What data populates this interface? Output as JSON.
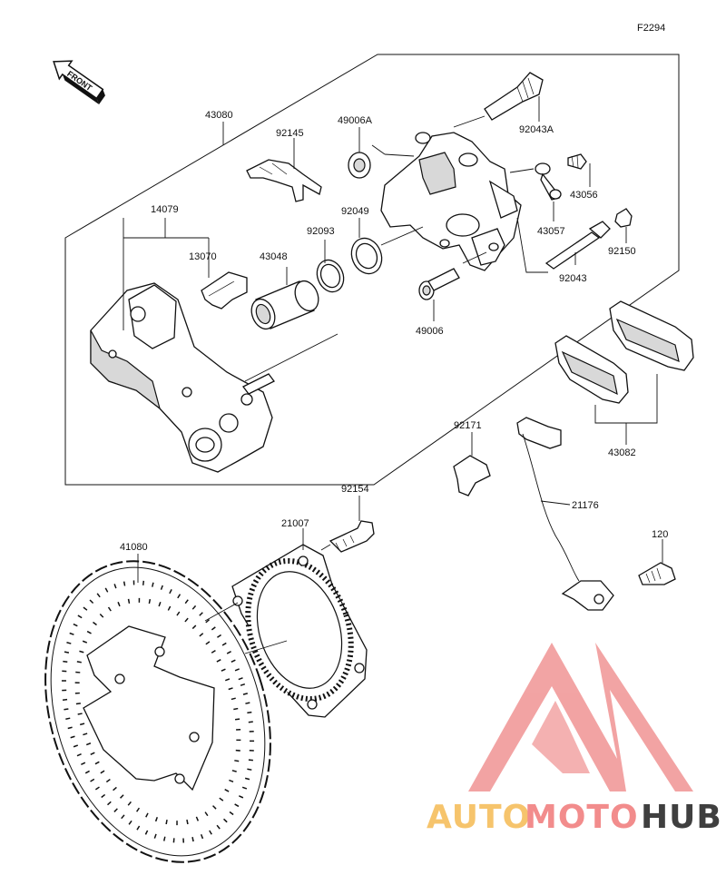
{
  "diagram": {
    "code": "F2294",
    "front_label": "FRONT",
    "labels": {
      "43080": "43080",
      "92145": "92145",
      "49006A": "49006A",
      "92043A": "92043A",
      "14079": "14079",
      "13070": "13070",
      "43048": "43048",
      "92093": "92093",
      "92049": "92049",
      "43057": "43057",
      "43056": "43056",
      "92150": "92150",
      "92043": "92043",
      "49006": "49006",
      "92171": "92171",
      "43082": "43082",
      "21176": "21176",
      "92154": "92154",
      "21007": "21007",
      "41080": "41080",
      "120": "120"
    }
  },
  "watermark": {
    "word_1": "AUTO",
    "word_2": "MOTO",
    "word_3": "HUB",
    "colors": {
      "auto": "#f6c46c",
      "moto": "#f28c8c",
      "hub": "#3f3f3f",
      "logo": "#f19a9a"
    }
  }
}
